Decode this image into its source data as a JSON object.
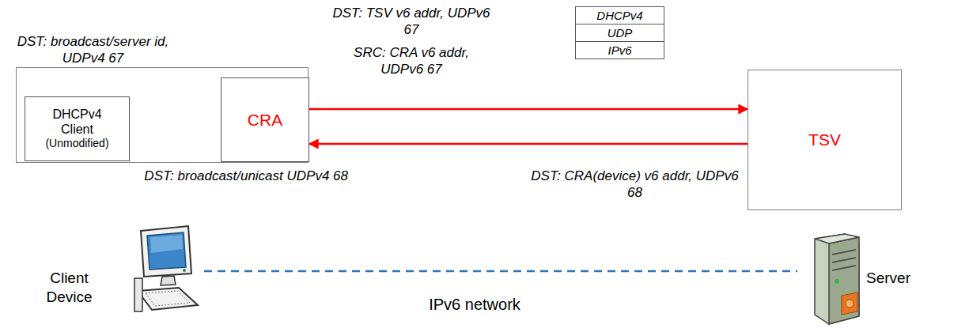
{
  "diagram": {
    "nodes": [
      {
        "text": []
      },
      {
        "text": [
          "DHCPv4 Client",
          "(Unmodified)"
        ],
        "in": 0
      },
      {
        "text": [
          "CRA"
        ],
        "in": 0
      },
      {
        "text": [
          "DHCPv4"
        ]
      },
      {
        "text": [
          "UDP"
        ]
      },
      {
        "text": [
          "IPv6"
        ]
      },
      {
        "text": [
          "TSV"
        ]
      }
    ],
    "edges": [
      {
        "from": 1,
        "to": 2,
        "arrow": "to"
      },
      {
        "from": 2,
        "to": 1,
        "arrow": "to"
      },
      {
        "from": 2,
        "to": 6,
        "arrow": "to"
      },
      {
        "from": 6,
        "to": 2,
        "arrow": "to"
      }
    ],
    "labels": [
      "DST: broadcast/server id, UDPv4 67",
      "DST: TSV v6 addr, UDPv6 67",
      "SRC: CRA v6 addr, UDPv6 67",
      "DST: broadcast/unicast UDPv4 68",
      "DST: CRA(device) v6 addr, UDPv6 68",
      "Client Device",
      "IPv6 network",
      "Server"
    ]
  }
}
